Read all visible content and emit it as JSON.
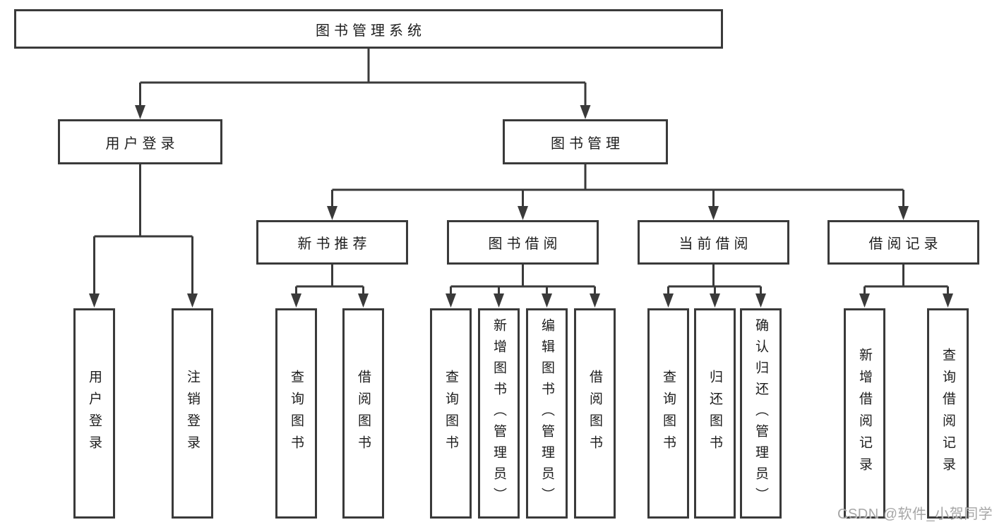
{
  "nodes": {
    "root": "图书管理系统",
    "user_login": "用户登录",
    "book_management": "图书管理",
    "new_book_recommend": "新书推荐",
    "book_borrow": "图书借阅",
    "current_borrow": "当前借阅",
    "borrow_records": "借阅记录"
  },
  "leaves": {
    "user_login": [
      "用户登录",
      "注销登录"
    ],
    "new_book_recommend": [
      "查询图书",
      "借阅图书"
    ],
    "book_borrow": [
      "查询图书",
      "新增图书（管理员）",
      "编辑图书（管理员）",
      "借阅图书"
    ],
    "current_borrow": [
      "查询图书",
      "归还图书",
      "确认归还（管理员）"
    ],
    "borrow_records": [
      "新增借阅记录",
      "查询借阅记录"
    ]
  },
  "hierarchy": {
    "root": "图书管理系统",
    "children_of_root": [
      "用户登录",
      "图书管理"
    ],
    "children_of_book_management": [
      "新书推荐",
      "图书借阅",
      "当前借阅",
      "借阅记录"
    ]
  },
  "watermark": "CSDN @软件_小贺同学",
  "colors": {
    "line": "#3a3a3a",
    "box_border": "#3a3a3a",
    "text": "#1d1d1d",
    "background": "#ffffff",
    "watermark": "#969696"
  }
}
